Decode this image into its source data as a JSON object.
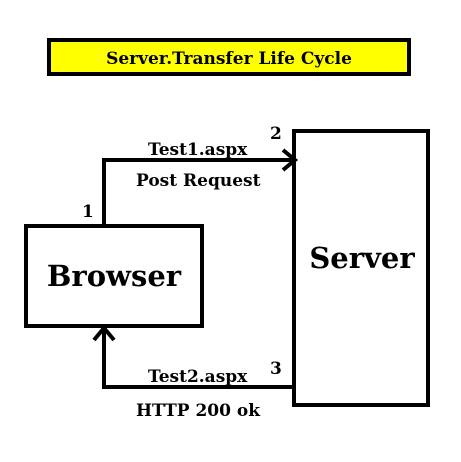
{
  "title": "Server.Transfer Life Cycle",
  "nodes": {
    "browser": "Browser",
    "server": "Server"
  },
  "edges": {
    "request": {
      "page": "Test1.aspx",
      "method": "Post Request"
    },
    "response": {
      "page": "Test2.aspx",
      "status": "HTTP 200 ok"
    }
  },
  "steps": [
    "1",
    "2",
    "3"
  ],
  "colors": {
    "title_fill": "#FFFF00",
    "stroke": "#000000",
    "background": "#FFFFFF"
  }
}
